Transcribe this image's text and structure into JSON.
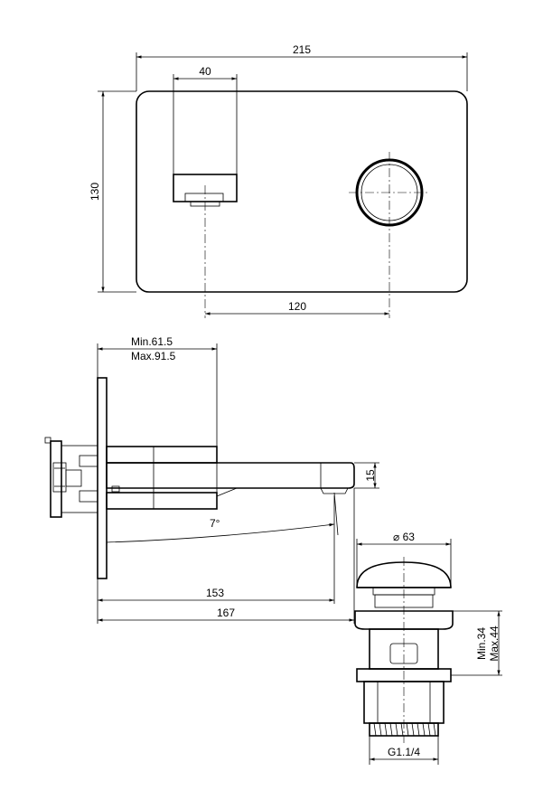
{
  "front_view": {
    "dim_width": "215",
    "dim_height": "130",
    "dim_spout_width": "40",
    "dim_axis_distance": "120"
  },
  "side_view": {
    "dim_min": "Min.61.5",
    "dim_max": "Max.91.5",
    "dim_thickness": "15",
    "dim_angle": "7°",
    "dim_reach_153": "153",
    "dim_reach_167": "167"
  },
  "drain": {
    "dim_diameter": "⌀ 63",
    "dim_height_min": "Min.34",
    "dim_height_max": "Max.44",
    "dim_thread": "G1.1/4"
  }
}
